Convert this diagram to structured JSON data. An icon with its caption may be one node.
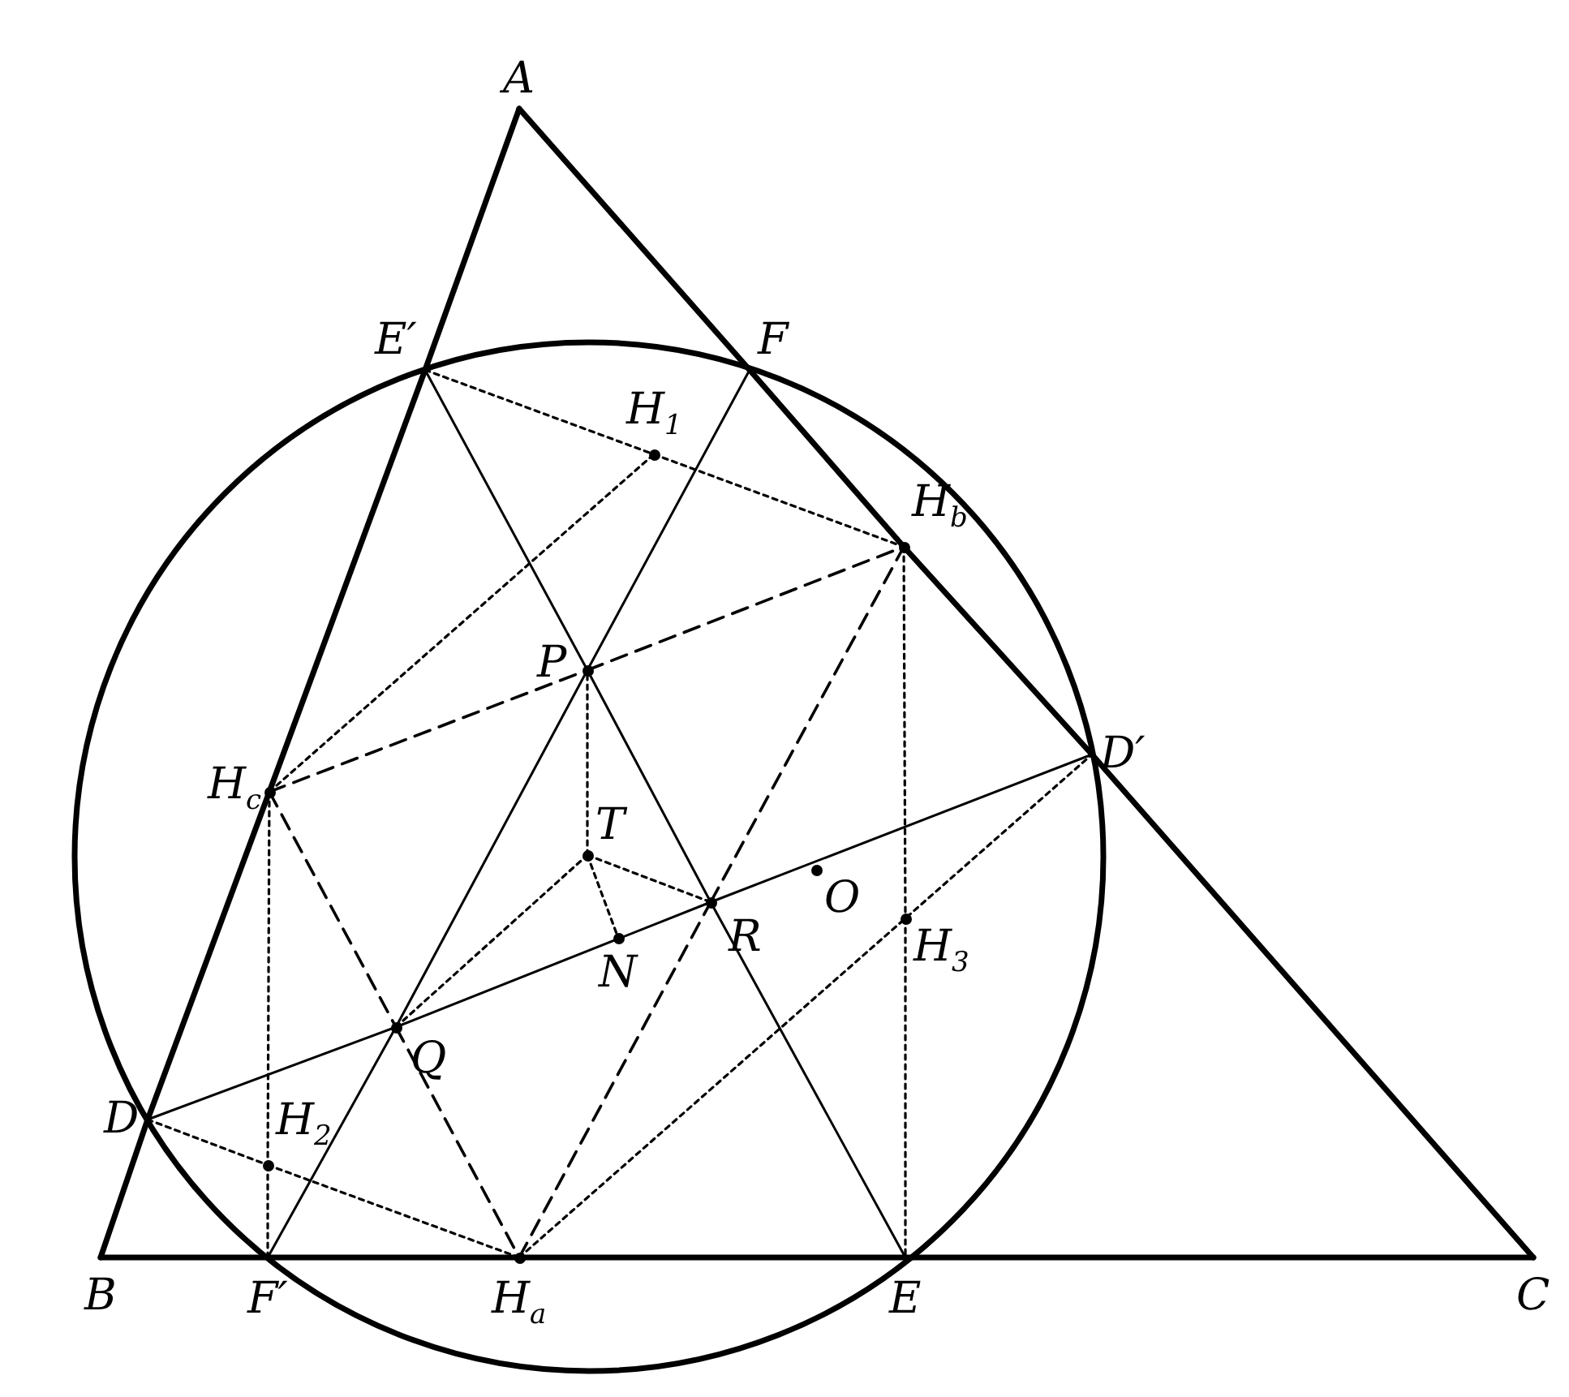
{
  "diagram": {
    "nodes": [
      {
        "text": [
          "A"
        ]
      },
      {
        "text": [
          "B"
        ]
      },
      {
        "text": [
          "C"
        ]
      },
      {
        "text": [
          "E′"
        ]
      },
      {
        "text": [
          "F"
        ]
      },
      {
        "text": [
          "H$_{1}$"
        ]
      },
      {
        "text": [
          "H$_{b}$"
        ]
      },
      {
        "text": [
          "P"
        ]
      },
      {
        "text": [
          "D′"
        ]
      },
      {
        "text": [
          "H$_{c}$"
        ]
      },
      {
        "text": [
          "T"
        ]
      },
      {
        "text": [
          "O"
        ]
      },
      {
        "text": [
          "R"
        ]
      },
      {
        "text": [
          "H$_{3}$"
        ]
      },
      {
        "text": [
          "N"
        ]
      },
      {
        "text": [
          "Q"
        ]
      },
      {
        "text": [
          "D"
        ]
      },
      {
        "text": [
          "H$_{2}$"
        ]
      },
      {
        "text": [
          "F′"
        ]
      },
      {
        "text": [
          "H$_{a}$"
        ]
      },
      {
        "text": [
          "E"
        ]
      }
    ],
    "edges": [
      {
        "from": 0,
        "to": 3,
        "arrow": "none",
        "style": "thick"
      },
      {
        "from": 3,
        "to": 9,
        "arrow": "none",
        "style": "thick"
      },
      {
        "from": 9,
        "to": 16,
        "arrow": "none",
        "style": "thick"
      },
      {
        "from": 16,
        "to": 1,
        "arrow": "none",
        "style": "thick"
      },
      {
        "from": 1,
        "to": 18,
        "arrow": "none",
        "style": "thick"
      },
      {
        "from": 18,
        "to": 19,
        "arrow": "none",
        "style": "thick"
      },
      {
        "from": 19,
        "to": 20,
        "arrow": "none",
        "style": "thick"
      },
      {
        "from": 20,
        "to": 2,
        "arrow": "none",
        "style": "thick"
      },
      {
        "from": 2,
        "to": 8,
        "arrow": "none",
        "style": "thick"
      },
      {
        "from": 8,
        "to": 6,
        "arrow": "none",
        "style": "thick"
      },
      {
        "from": 6,
        "to": 4,
        "arrow": "none",
        "style": "thick"
      },
      {
        "from": 4,
        "to": 0,
        "arrow": "none",
        "style": "thick"
      },
      {
        "from": 3,
        "to": 7,
        "arrow": "none"
      },
      {
        "from": 7,
        "to": 12,
        "arrow": "none"
      },
      {
        "from": 12,
        "to": 20,
        "arrow": "none"
      },
      {
        "from": 4,
        "to": 7,
        "arrow": "none"
      },
      {
        "from": 7,
        "to": 15,
        "arrow": "none"
      },
      {
        "from": 15,
        "to": 18,
        "arrow": "none"
      },
      {
        "from": 16,
        "to": 15,
        "arrow": "none"
      },
      {
        "from": 15,
        "to": 12,
        "arrow": "none"
      },
      {
        "from": 12,
        "to": 8,
        "arrow": "none"
      },
      {
        "from": 3,
        "to": 5,
        "arrow": "none",
        "style": "dashed"
      },
      {
        "from": 5,
        "to": 6,
        "arrow": "none",
        "style": "dashed"
      },
      {
        "from": 9,
        "to": 5,
        "arrow": "none",
        "style": "dashed"
      },
      {
        "from": 6,
        "to": 13,
        "arrow": "none",
        "style": "dashed"
      },
      {
        "from": 13,
        "to": 20,
        "arrow": "none",
        "style": "dashed"
      },
      {
        "from": 9,
        "to": 17,
        "arrow": "none",
        "style": "dashed"
      },
      {
        "from": 17,
        "to": 18,
        "arrow": "none",
        "style": "dashed"
      },
      {
        "from": 16,
        "to": 17,
        "arrow": "none",
        "style": "dashed"
      },
      {
        "from": 17,
        "to": 19,
        "arrow": "none",
        "style": "dashed"
      },
      {
        "from": 19,
        "to": 8,
        "arrow": "none",
        "style": "dashed"
      },
      {
        "from": 15,
        "to": 10,
        "arrow": "none",
        "style": "dashed"
      },
      {
        "from": 10,
        "to": 7,
        "arrow": "none",
        "style": "dashed"
      },
      {
        "from": 10,
        "to": 12,
        "arrow": "none",
        "style": "dashed"
      },
      {
        "from": 10,
        "to": 14,
        "arrow": "none",
        "style": "dashed"
      },
      {
        "from": 9,
        "to": 7,
        "arrow": "none",
        "style": "dashed"
      },
      {
        "from": 7,
        "to": 6,
        "arrow": "none",
        "style": "dashed"
      },
      {
        "from": 9,
        "to": 15,
        "arrow": "none",
        "style": "dashed"
      },
      {
        "from": 15,
        "to": 19,
        "arrow": "none",
        "style": "dashed"
      },
      {
        "from": 19,
        "to": 12,
        "arrow": "none",
        "style": "dashed"
      },
      {
        "from": 12,
        "to": 6,
        "arrow": "none",
        "style": "dashed"
      }
    ]
  }
}
